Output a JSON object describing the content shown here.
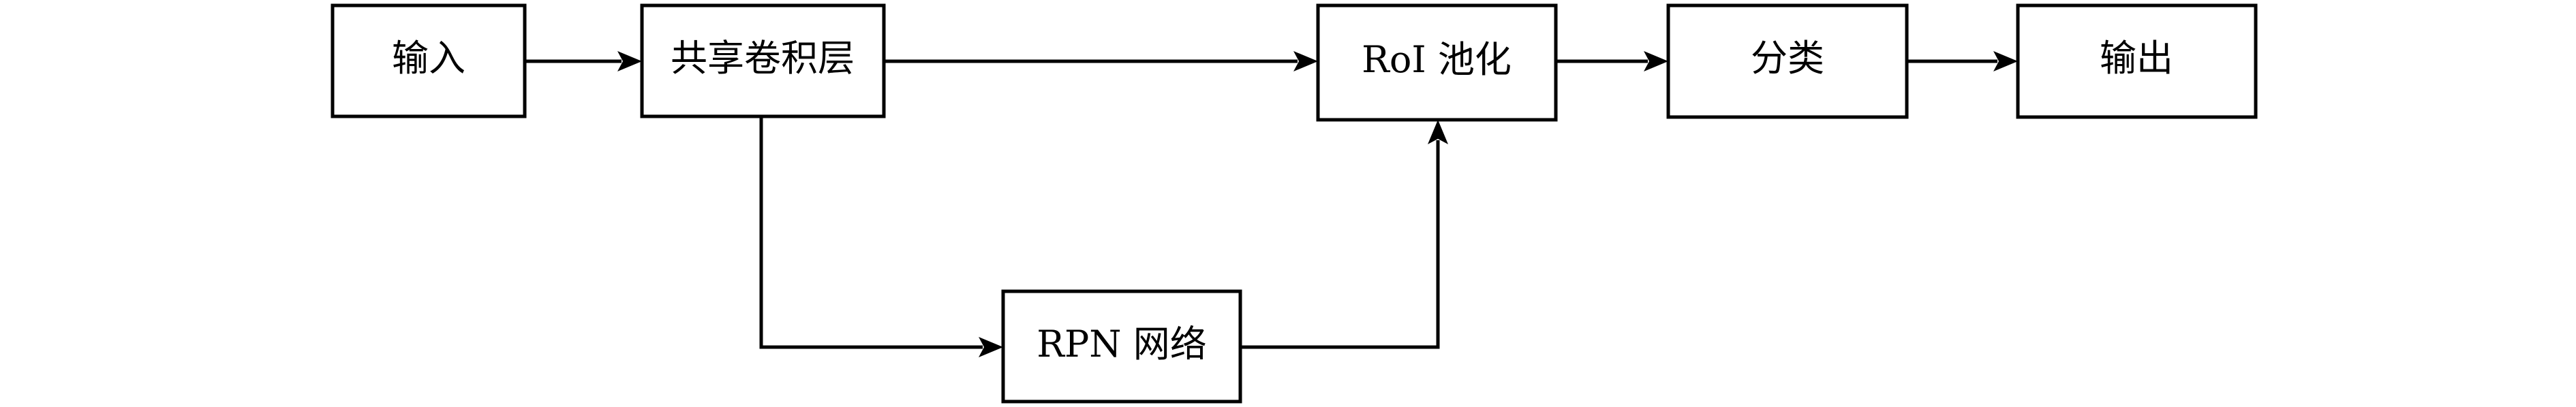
{
  "diagram": {
    "nodes": {
      "input": "输入",
      "shared_conv": "共享卷积层",
      "roi_pool": "RoI 池化",
      "classify": "分类",
      "output": "输出",
      "rpn": "RPN 网络"
    }
  }
}
